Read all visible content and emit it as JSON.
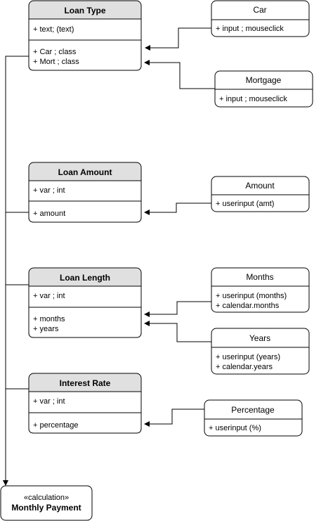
{
  "classes": {
    "loan_type": {
      "title": "Loan Type",
      "attributes": [
        "+ text; (text)"
      ],
      "methods": [
        "+ Car ; class",
        "+ Mort ; class"
      ]
    },
    "loan_amount": {
      "title": "Loan Amount",
      "attributes": [
        "+ var ; int"
      ],
      "methods": [
        "+ amount"
      ]
    },
    "loan_length": {
      "title": "Loan Length",
      "attributes": [
        "+ var ; int"
      ],
      "methods": [
        "+ months",
        "+ years"
      ]
    },
    "interest_rate": {
      "title": "Interest Rate",
      "attributes": [
        "+ var ; int"
      ],
      "methods": [
        "+ percentage"
      ]
    },
    "monthly_payment": {
      "stereotype": "«calculation»",
      "title": "Monthly Payment"
    }
  },
  "inputs": {
    "car": {
      "title": "Car",
      "items": [
        "+ input ; mouseclick"
      ]
    },
    "mortgage": {
      "title": "Mortgage",
      "items": [
        "+ input ; mouseclick"
      ]
    },
    "amount": {
      "title": "Amount",
      "items": [
        "+ userinput (amt)"
      ]
    },
    "months": {
      "title": "Months",
      "items": [
        "+ userinput (months)",
        "+ calendar.months"
      ]
    },
    "years": {
      "title": "Years",
      "items": [
        "+ userinput (years)",
        "+ calendar.years"
      ]
    },
    "percentage": {
      "title": "Percentage",
      "items": [
        "+ userinput (%)"
      ]
    }
  }
}
